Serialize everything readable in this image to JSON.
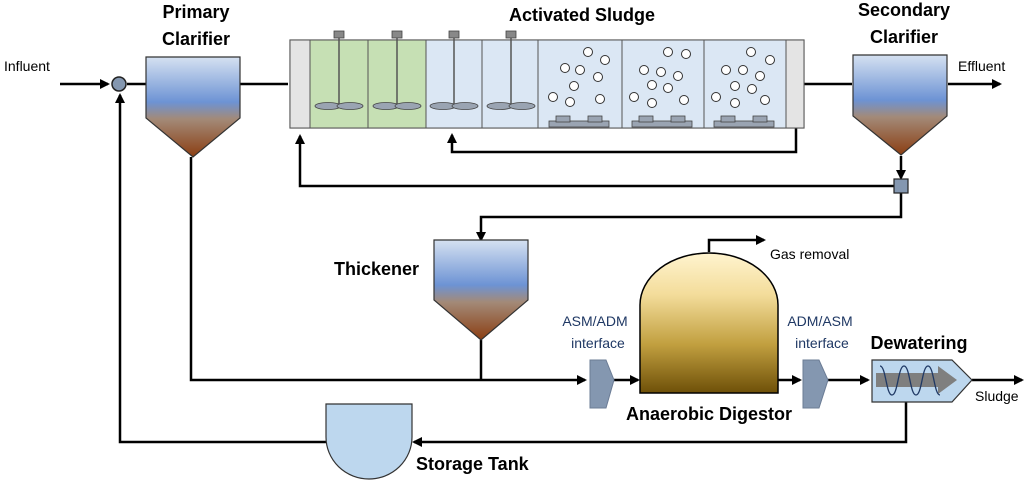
{
  "labels": {
    "influent": "Influent",
    "primary_clarifier_1": "Primary",
    "primary_clarifier_2": "Clarifier",
    "activated_sludge": "Activated Sludge",
    "secondary_clarifier_1": "Secondary",
    "secondary_clarifier_2": "Clarifier",
    "effluent": "Effluent",
    "gas_removal": "Gas removal",
    "thickener": "Thickener",
    "asm_adm_1": "ASM/ADM",
    "asm_adm_2": "interface",
    "adm_asm_1": "ADM/ASM",
    "adm_asm_2": "interface",
    "dewatering": "Dewatering",
    "anaerobic_digestor": "Anaerobic Digestor",
    "sludge": "Sludge",
    "storage_tank": "Storage Tank"
  },
  "colors": {
    "clarifier_top": "#c8d8ee",
    "clarifier_mid": "#6a8fd0",
    "clarifier_bottom": "#8b4513",
    "anoxic_zone": "#c6e0b4",
    "aerobic_zone": "#dbe7f4",
    "interface": "#8497b0",
    "digestor_top": "#fdf0c8",
    "digestor_bottom": "#7a5a10",
    "storage_tank": "#bdd7ee",
    "pipe": "#000000"
  }
}
